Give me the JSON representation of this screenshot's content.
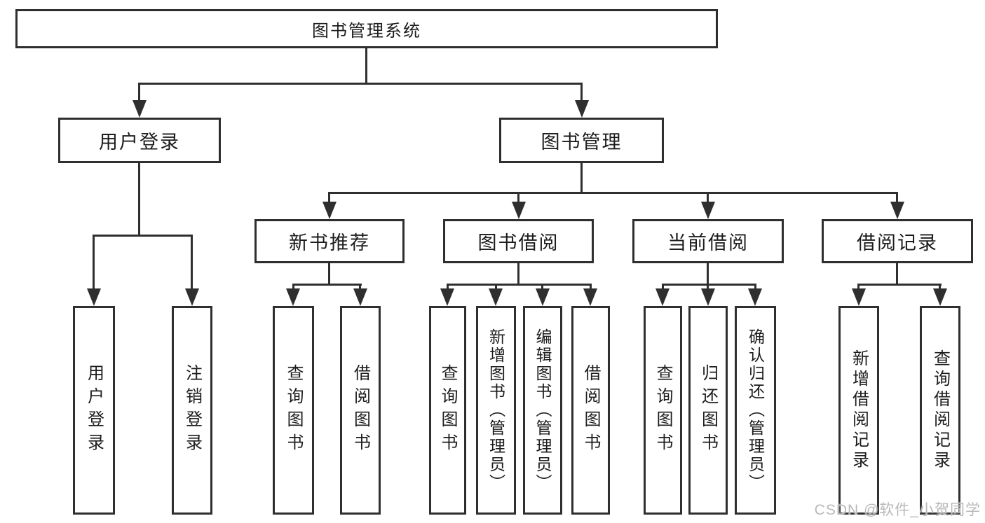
{
  "diagram": {
    "title_node": "图书管理系统",
    "root": {
      "label": "图书管理系统",
      "children": [
        {
          "label": "用户登录",
          "children": [
            {
              "label": "用户登录"
            },
            {
              "label": "注销登录"
            }
          ]
        },
        {
          "label": "图书管理",
          "children": [
            {
              "label": "新书推荐",
              "children": [
                {
                  "label": "查询图书"
                },
                {
                  "label": "借阅图书"
                }
              ]
            },
            {
              "label": "图书借阅",
              "children": [
                {
                  "label": "查询图书"
                },
                {
                  "label": "新增图书（管理员）"
                },
                {
                  "label": "编辑图书（管理员）"
                },
                {
                  "label": "借阅图书"
                }
              ]
            },
            {
              "label": "当前借阅",
              "children": [
                {
                  "label": "查询图书"
                },
                {
                  "label": "归还图书"
                },
                {
                  "label": "确认归还（管理员）"
                }
              ]
            },
            {
              "label": "借阅记录",
              "children": [
                {
                  "label": "新增借阅记录"
                },
                {
                  "label": "查询借阅记录"
                }
              ]
            }
          ]
        }
      ]
    }
  },
  "watermark": {
    "text": "CSDN @软件_小贺同学"
  },
  "colors": {
    "line": "#2f2f2f",
    "text": "#1c1c1c",
    "watermark": "#b9b9b9",
    "background": "#ffffff"
  }
}
